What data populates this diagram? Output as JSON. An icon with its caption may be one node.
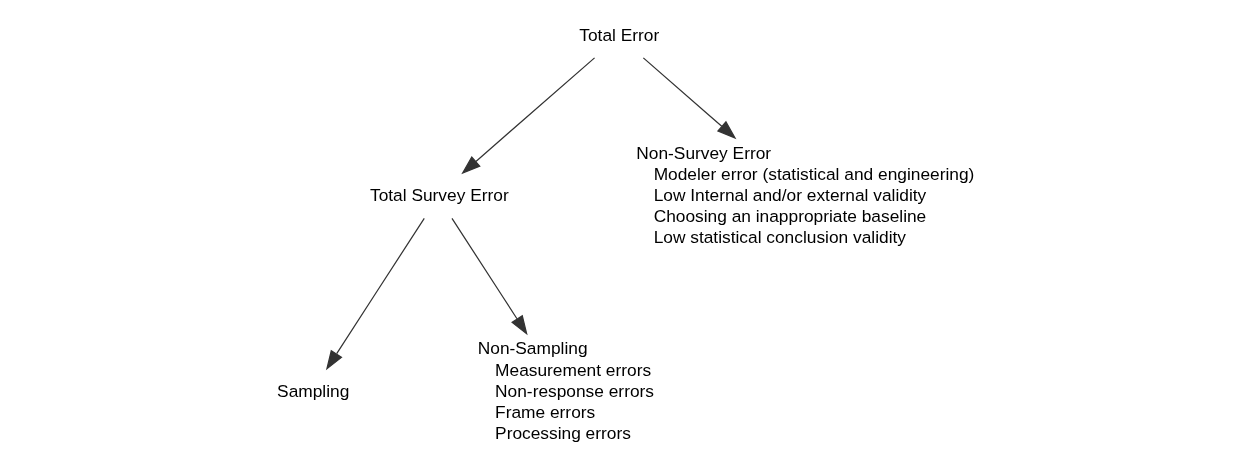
{
  "diagram": {
    "nodes": [
      {
        "text": [
          "Total Error"
        ]
      },
      {
        "text": [
          "Total Survey Error"
        ]
      },
      {
        "text": [
          "Non-Survey Error",
          "Modeler error (statistical and engineering)",
          "Low Internal and/or external validity",
          "Choosing an inappropriate baseline",
          "Low statistical conclusion validity"
        ]
      },
      {
        "text": [
          "Sampling"
        ]
      },
      {
        "text": [
          "Non-Sampling",
          "Measurement errors",
          "Non-response errors",
          "Frame errors",
          "Processing errors"
        ]
      }
    ],
    "edges": [
      {
        "from": 0,
        "to": 1,
        "arrow": "to"
      },
      {
        "from": 0,
        "to": 2,
        "arrow": "to"
      },
      {
        "from": 1,
        "to": 3,
        "arrow": "to"
      },
      {
        "from": 1,
        "to": 4,
        "arrow": "to"
      }
    ]
  }
}
